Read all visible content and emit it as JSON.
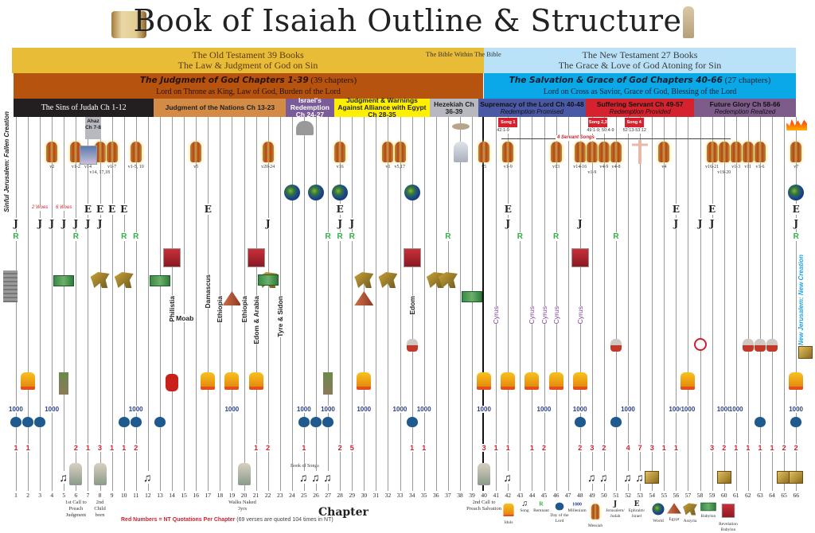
{
  "title": "Book of Isaiah Outline & Structure",
  "testaments": {
    "ot": {
      "line1": "The Old Testament 39 Books",
      "line2": "The Law & Judgment of God on Sin"
    },
    "bible_within": "The Bible Within The Bible",
    "nt": {
      "line1": "The New Testament 27 Books",
      "line2": "The Grace & Love of God Atoning for Sin"
    }
  },
  "parts": {
    "judgment": {
      "title": "The Judgment of God Chapters 1-39",
      "count": " (39 chapters)",
      "subtitle": "Lord on Throne as King, Law of God, Burden of the Lord"
    },
    "salvation": {
      "title": "The Salvation & Grace of God Chapters 40-66",
      "count": " (27 chapters)",
      "subtitle": "Lord on Cross as Savior, Grace of God, Blessing of the Lord"
    }
  },
  "sections": [
    {
      "title": "The Sins of Judah Ch 1-12",
      "sub": "",
      "color": "#231f20",
      "text": "#ffffff",
      "from": 1,
      "to": 12
    },
    {
      "title": "Judgment of the Nations Ch 13-23",
      "sub": "",
      "color": "#d38b45",
      "text": "#222222",
      "from": 13,
      "to": 23
    },
    {
      "title": "Israel's Redemption Ch 24-27",
      "sub": "",
      "color": "#7b5c99",
      "text": "#ffffff",
      "from": 24,
      "to": 27
    },
    {
      "title": "Judgment & Warnings Against Alliance with Egypt Ch 28-35",
      "sub": "",
      "color": "#fff000",
      "text": "#222222",
      "from": 28,
      "to": 35
    },
    {
      "title": "Hezekiah Ch 36-39",
      "sub": "",
      "color": "#b8b9c0",
      "text": "#222222",
      "from": 36,
      "to": 39
    },
    {
      "title": "Supremacy of the Lord Ch 40-48",
      "sub": "Redemption Promised",
      "color": "#4a58a6",
      "text": "#111111",
      "from": 40,
      "to": 48
    },
    {
      "title": "Suffering Servant Ch 49-57",
      "sub": "Redemption Provided",
      "color": "#d4232e",
      "text": "#111111",
      "from": 49,
      "to": 57
    },
    {
      "title": "Future Glory Ch 58-66",
      "sub": "Redemption Realized",
      "color": "#7d5b8b",
      "text": "#111111",
      "from": 58,
      "to": 66
    }
  ],
  "ahaz": "Ahaz Ch 7-8",
  "side_labels": {
    "left": "Sinful Jerusalem: Fallen Creation",
    "right": "New Jerusalem: New Creation"
  },
  "servant_songs": {
    "label": "4 Servant Songs",
    "songs": [
      {
        "label": "Song 1",
        "ref": "42:1-9",
        "ch": 42
      },
      {
        "label": "Song 2,3",
        "ref": "49:1-9; 50:4-9",
        "ch": 49.5
      },
      {
        "label": "Song 4",
        "ref": "52:13-53:12",
        "ch": 52.5
      }
    ]
  },
  "chart_data": {
    "type": "table",
    "xlabel": "Chapter",
    "chapters": 66,
    "messiah": [
      {
        "ch": 4,
        "v": "v2"
      },
      {
        "ch": 6,
        "v": "v1-2"
      },
      {
        "ch": 8,
        "v": "v14, 17,18"
      },
      {
        "ch": 9,
        "v": "v1-7"
      },
      {
        "ch": 11,
        "v": "v1-5, 10"
      },
      {
        "ch": 16,
        "v": "v5"
      },
      {
        "ch": 22,
        "v": "v20-24"
      },
      {
        "ch": 28,
        "v": "v16"
      },
      {
        "ch": 32,
        "v": "v1"
      },
      {
        "ch": 33,
        "v": "v5,17"
      },
      {
        "ch": 40,
        "v": "v5"
      },
      {
        "ch": 42,
        "v": "v1-9"
      },
      {
        "ch": 46,
        "v": "v13"
      },
      {
        "ch": 48,
        "v": "v14-16"
      },
      {
        "ch": 49,
        "v": "v1-9"
      },
      {
        "ch": 50,
        "v": "v4-9"
      },
      {
        "ch": 51,
        "v": "v4-8"
      },
      {
        "ch": 55,
        "v": "v4"
      },
      {
        "ch": 59,
        "v": "v16-21"
      },
      {
        "ch": 60,
        "v": "v19-20"
      },
      {
        "ch": 61,
        "v": "v1-3"
      },
      {
        "ch": 62,
        "v": "v11"
      },
      {
        "ch": 63,
        "v": "v1-6"
      },
      {
        "ch": 66,
        "v": "v7"
      }
    ],
    "virgin_birth": {
      "ch": 7,
      "v": "v14"
    },
    "crucifixion": 53,
    "world": [
      24,
      26,
      28,
      34,
      66
    ],
    "woes": [
      {
        "ch": 3,
        "label": "2 Woes"
      },
      {
        "ch": 5,
        "label": "6 Woes"
      }
    ],
    "ephraim_israel": [
      7,
      8,
      9,
      10,
      17,
      28,
      42,
      56,
      59,
      66
    ],
    "jerusalem_judah": [
      1,
      3,
      4,
      5,
      6,
      7,
      8,
      22,
      28,
      29,
      42,
      48,
      56,
      58,
      59,
      66
    ],
    "remnant": [
      1,
      6,
      10,
      11,
      27,
      28,
      29,
      37,
      43,
      46,
      51,
      66
    ],
    "revelation_babylon": [
      14,
      21,
      34,
      48
    ],
    "assyria": [
      8,
      10,
      22,
      30,
      32,
      36,
      37
    ],
    "babylon": [
      5,
      13,
      22,
      39
    ],
    "egypt": [
      19,
      30
    ],
    "nations": [
      {
        "ch": 14,
        "name": "Philistia"
      },
      {
        "ch": 15,
        "name": "Moab"
      },
      {
        "ch": 17,
        "name": "Damascus"
      },
      {
        "ch": 18,
        "name": "Ethiopia"
      },
      {
        "ch": 20,
        "name": "Ethiopia"
      },
      {
        "ch": 21,
        "name": "Edom & Arabia"
      },
      {
        "ch": 23,
        "name": "Tyre & Sidon"
      },
      {
        "ch": 34,
        "name": "Edom"
      }
    ],
    "cyrus": {
      "label": "Cyrus",
      "chapters": [
        41,
        44,
        45,
        46,
        48
      ]
    },
    "prayer": [
      34,
      51,
      62,
      63,
      64
    ],
    "no_peace": 58,
    "idols": [
      2,
      17,
      19,
      21,
      30,
      40,
      42,
      44,
      46,
      48,
      57,
      66
    ],
    "millennium": {
      "label": "1000",
      "chapters": [
        1,
        4,
        11,
        19,
        25,
        27,
        30,
        33,
        35,
        40,
        45,
        48,
        52,
        56,
        57,
        60,
        61,
        66
      ]
    },
    "day_of_lord": [
      1,
      2,
      3,
      10,
      11,
      13,
      25,
      26,
      27,
      34,
      48,
      51,
      63,
      66
    ],
    "nt_quotations": [
      {
        "ch": 1,
        "n": 1
      },
      {
        "ch": 2,
        "n": 1
      },
      {
        "ch": 6,
        "n": 2
      },
      {
        "ch": 7,
        "n": 1
      },
      {
        "ch": 8,
        "n": 3
      },
      {
        "ch": 9,
        "n": 1
      },
      {
        "ch": 10,
        "n": 1
      },
      {
        "ch": 11,
        "n": 2
      },
      {
        "ch": 21,
        "n": 1
      },
      {
        "ch": 22,
        "n": 2
      },
      {
        "ch": 25,
        "n": 1
      },
      {
        "ch": 28,
        "n": 2
      },
      {
        "ch": 29,
        "n": 5
      },
      {
        "ch": 34,
        "n": 1
      },
      {
        "ch": 35,
        "n": 1
      },
      {
        "ch": 40,
        "n": 3
      },
      {
        "ch": 41,
        "n": 1
      },
      {
        "ch": 42,
        "n": 1
      },
      {
        "ch": 44,
        "n": 1
      },
      {
        "ch": 45,
        "n": 2
      },
      {
        "ch": 48,
        "n": 2
      },
      {
        "ch": 49,
        "n": 3
      },
      {
        "ch": 50,
        "n": 2
      },
      {
        "ch": 52,
        "n": 4
      },
      {
        "ch": 53,
        "n": 7
      },
      {
        "ch": 54,
        "n": 3
      },
      {
        "ch": 55,
        "n": 1
      },
      {
        "ch": 56,
        "n": 1
      },
      {
        "ch": 59,
        "n": 3
      },
      {
        "ch": 60,
        "n": 2
      },
      {
        "ch": 61,
        "n": 1
      },
      {
        "ch": 62,
        "n": 1
      },
      {
        "ch": 63,
        "n": 1
      },
      {
        "ch": 64,
        "n": 1
      },
      {
        "ch": 65,
        "n": 2
      },
      {
        "ch": 66,
        "n": 2
      }
    ],
    "songs": [
      5,
      12,
      25,
      26,
      27,
      42,
      49,
      50,
      52,
      53
    ],
    "treasure": [
      54,
      60,
      65,
      66
    ]
  },
  "annotations": [
    {
      "ch": 6,
      "text": "1st Call to Preach Judgment"
    },
    {
      "ch": 8,
      "text": "2nd Child born"
    },
    {
      "ch": 20,
      "text": "Walks Naked 3yrs"
    },
    {
      "ch": 40,
      "text": "2nd Call to Preach Salvation"
    }
  ],
  "book_of_songs": "Book of Songs",
  "footnote": {
    "red": "Red Numbers = NT Quotations Per Chapter",
    "rest": " (69 verses are quoted 104 times in NT)"
  },
  "legend": [
    {
      "label": "Idols",
      "icon": "idol-icon"
    },
    {
      "label": "Song",
      "icon": "music-note-icon"
    },
    {
      "label": "Remnant",
      "icon": "remnant-icon"
    },
    {
      "label": "Day of the Lord",
      "icon": "storm-cloud-icon"
    },
    {
      "label": "Millenium",
      "icon": "millennium-icon"
    },
    {
      "label": "Messiah",
      "icon": "messiah-icon"
    },
    {
      "label": "Jerusalem/ Judah",
      "icon": "j-icon"
    },
    {
      "label": "Ephraim/ Israel",
      "icon": "e-icon"
    },
    {
      "label": "World",
      "icon": "globe-icon"
    },
    {
      "label": "Egypt",
      "icon": "pyramid-icon"
    },
    {
      "label": "Assyria",
      "icon": "winged-lion-icon"
    },
    {
      "label": "Babylon",
      "icon": "babylon-tile-icon"
    },
    {
      "label": "Revelation Babylon",
      "icon": "revelation-babylon-icon"
    }
  ],
  "colors": {
    "ot": "#e9bc37",
    "nt": "#b9e1f7",
    "judgment": "#b5530f",
    "salvation": "#0aa8e6",
    "quotes": "#d01f2b",
    "remnant": "#35b046",
    "cyrus": "#7a3d9a"
  }
}
